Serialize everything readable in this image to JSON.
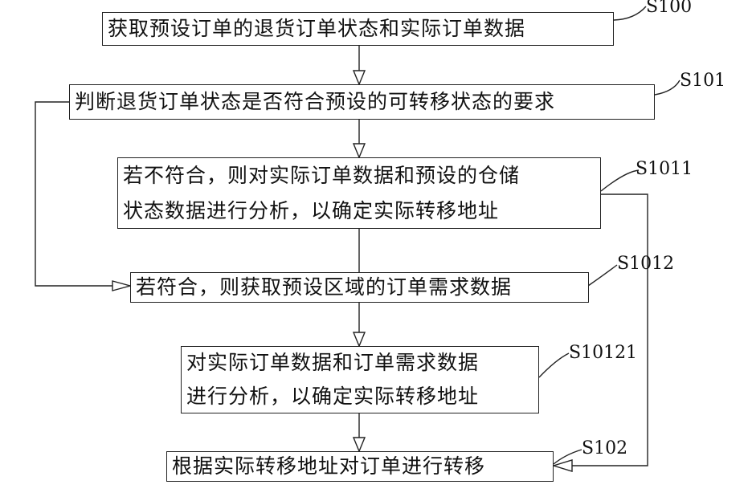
{
  "steps": [
    {
      "id": "S100",
      "text": "获取预设订单的退货订单状态和实际订单数据"
    },
    {
      "id": "S101",
      "text": "判断退货订单状态是否符合预设的可转移状态的要求"
    },
    {
      "id": "S1011",
      "line1": "若不符合，则对实际订单数据和预设的仓储",
      "line2": "状态数据进行分析，以确定实际转移地址"
    },
    {
      "id": "S1012",
      "text": "若符合，则获取预设区域的订单需求数据"
    },
    {
      "id": "S10121",
      "line1": "对实际订单数据和订单需求数据",
      "line2": "进行分析，以确定实际转移地址"
    },
    {
      "id": "S102",
      "text": "根据实际转移地址对订单进行转移"
    }
  ],
  "colors": {
    "stroke": "#222222",
    "text": "#111111",
    "background": "#ffffff"
  }
}
